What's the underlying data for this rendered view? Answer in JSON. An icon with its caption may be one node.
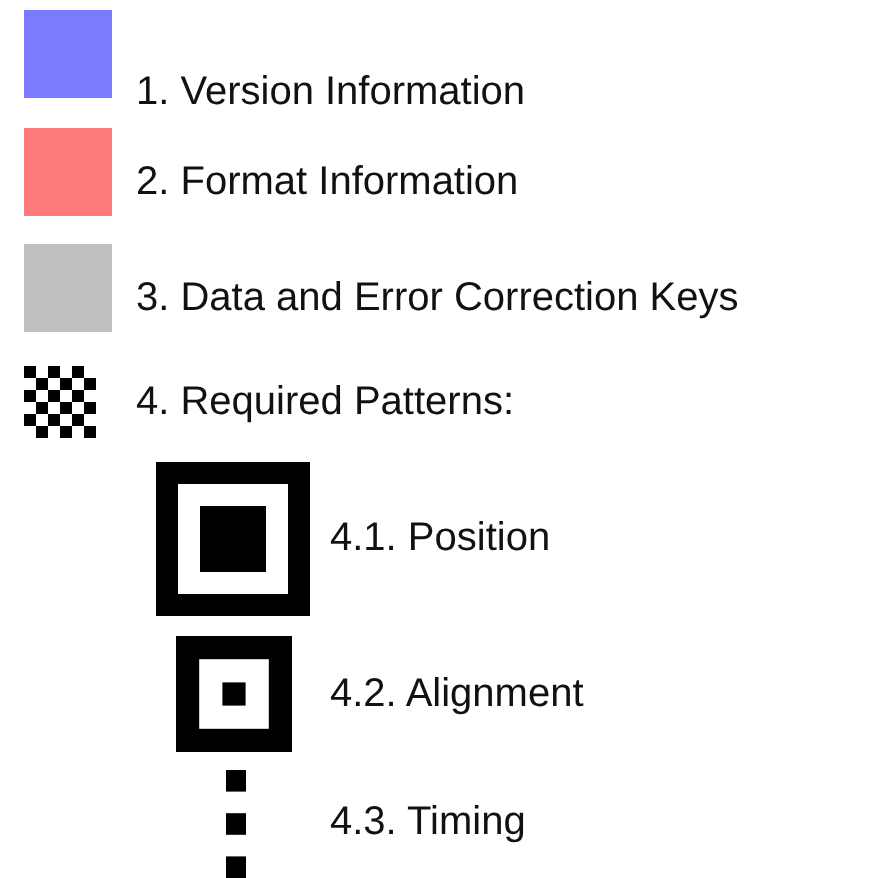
{
  "diagram": {
    "legend": [
      {
        "text": "1. Version Information",
        "color": "#7b7bff"
      },
      {
        "text": "2. Format Information",
        "color": "#ff7b7b"
      },
      {
        "text": "3. Data and Error Correction Keys",
        "color": "#c0c0c0"
      },
      {
        "text": "4. Required Patterns:"
      },
      {
        "text": "4.1. Position"
      },
      {
        "text": "4.2. Alignment"
      },
      {
        "text": "4.3. Timing"
      }
    ]
  }
}
